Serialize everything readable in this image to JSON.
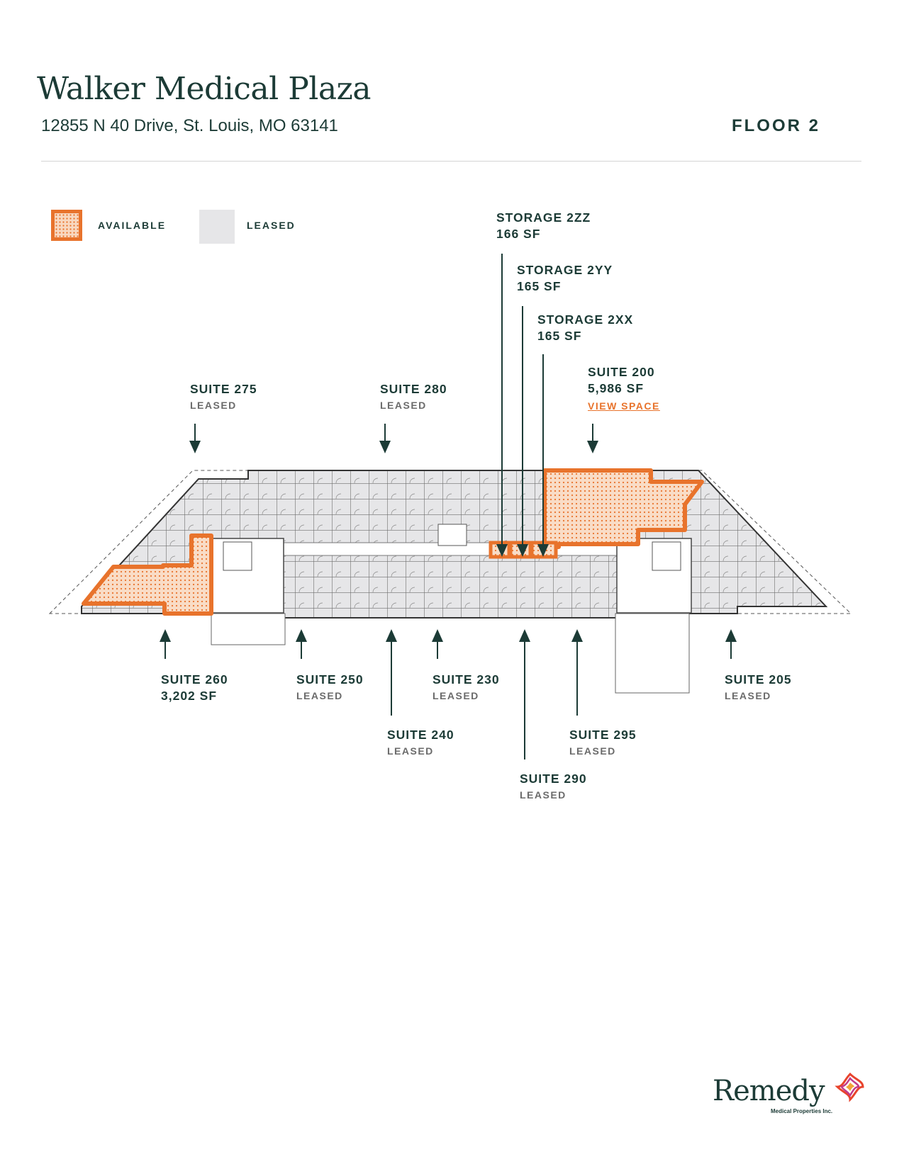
{
  "header": {
    "title": "Walker Medical Plaza",
    "address": "12855 N 40 Drive, St. Louis, MO 63141",
    "floor": "FLOOR 2"
  },
  "legend": {
    "available": "AVAILABLE",
    "leased": "LEASED",
    "available_color": "#e8732c",
    "leased_color": "#e6e6e8"
  },
  "labels": {
    "storage_2zz": {
      "name": "STORAGE 2ZZ",
      "size": "166 SF"
    },
    "storage_2yy": {
      "name": "STORAGE 2YY",
      "size": "165 SF"
    },
    "storage_2xx": {
      "name": "STORAGE 2XX",
      "size": "165 SF"
    },
    "suite_200": {
      "name": "SUITE 200",
      "size": "5,986 SF",
      "link": "VIEW SPACE"
    },
    "suite_275": {
      "name": "SUITE 275",
      "status": "LEASED"
    },
    "suite_280": {
      "name": "SUITE 280",
      "status": "LEASED"
    },
    "suite_260": {
      "name": "SUITE 260",
      "size": "3,202 SF"
    },
    "suite_250": {
      "name": "SUITE 250",
      "status": "LEASED"
    },
    "suite_230": {
      "name": "SUITE 230",
      "status": "LEASED"
    },
    "suite_240": {
      "name": "SUITE 240",
      "status": "LEASED"
    },
    "suite_295": {
      "name": "SUITE 295",
      "status": "LEASED"
    },
    "suite_290": {
      "name": "SUITE 290",
      "status": "LEASED"
    },
    "suite_205": {
      "name": "SUITE 205",
      "status": "LEASED"
    }
  },
  "logo": {
    "name": "Remedy",
    "tagline": "Medical Properties Inc."
  }
}
